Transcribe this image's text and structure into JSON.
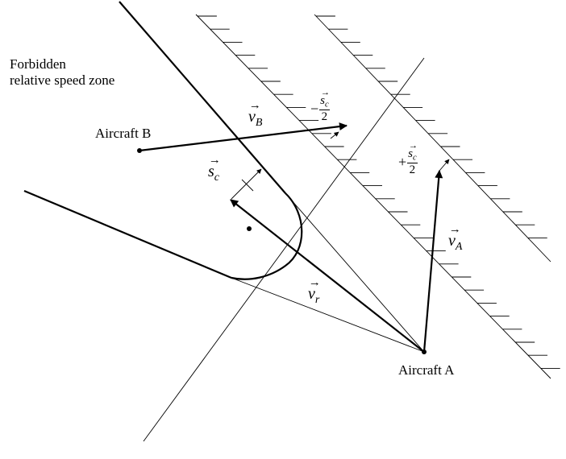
{
  "labels": {
    "forbidden_line1": "Forbidden",
    "forbidden_line2": "relative speed zone",
    "aircraft_b": "Aircraft B",
    "aircraft_a": "Aircraft A"
  },
  "symbols": {
    "v_b_base": "v",
    "v_b_sub": "B",
    "v_a_base": "v",
    "v_a_sub": "A",
    "v_r_base": "v",
    "v_r_sub": "r",
    "s_c_base": "s",
    "s_c_sub": "c",
    "minus_sign": "−",
    "plus_sign": "+",
    "half_num_base": "s",
    "half_num_sub": "c",
    "half_den": "2"
  }
}
